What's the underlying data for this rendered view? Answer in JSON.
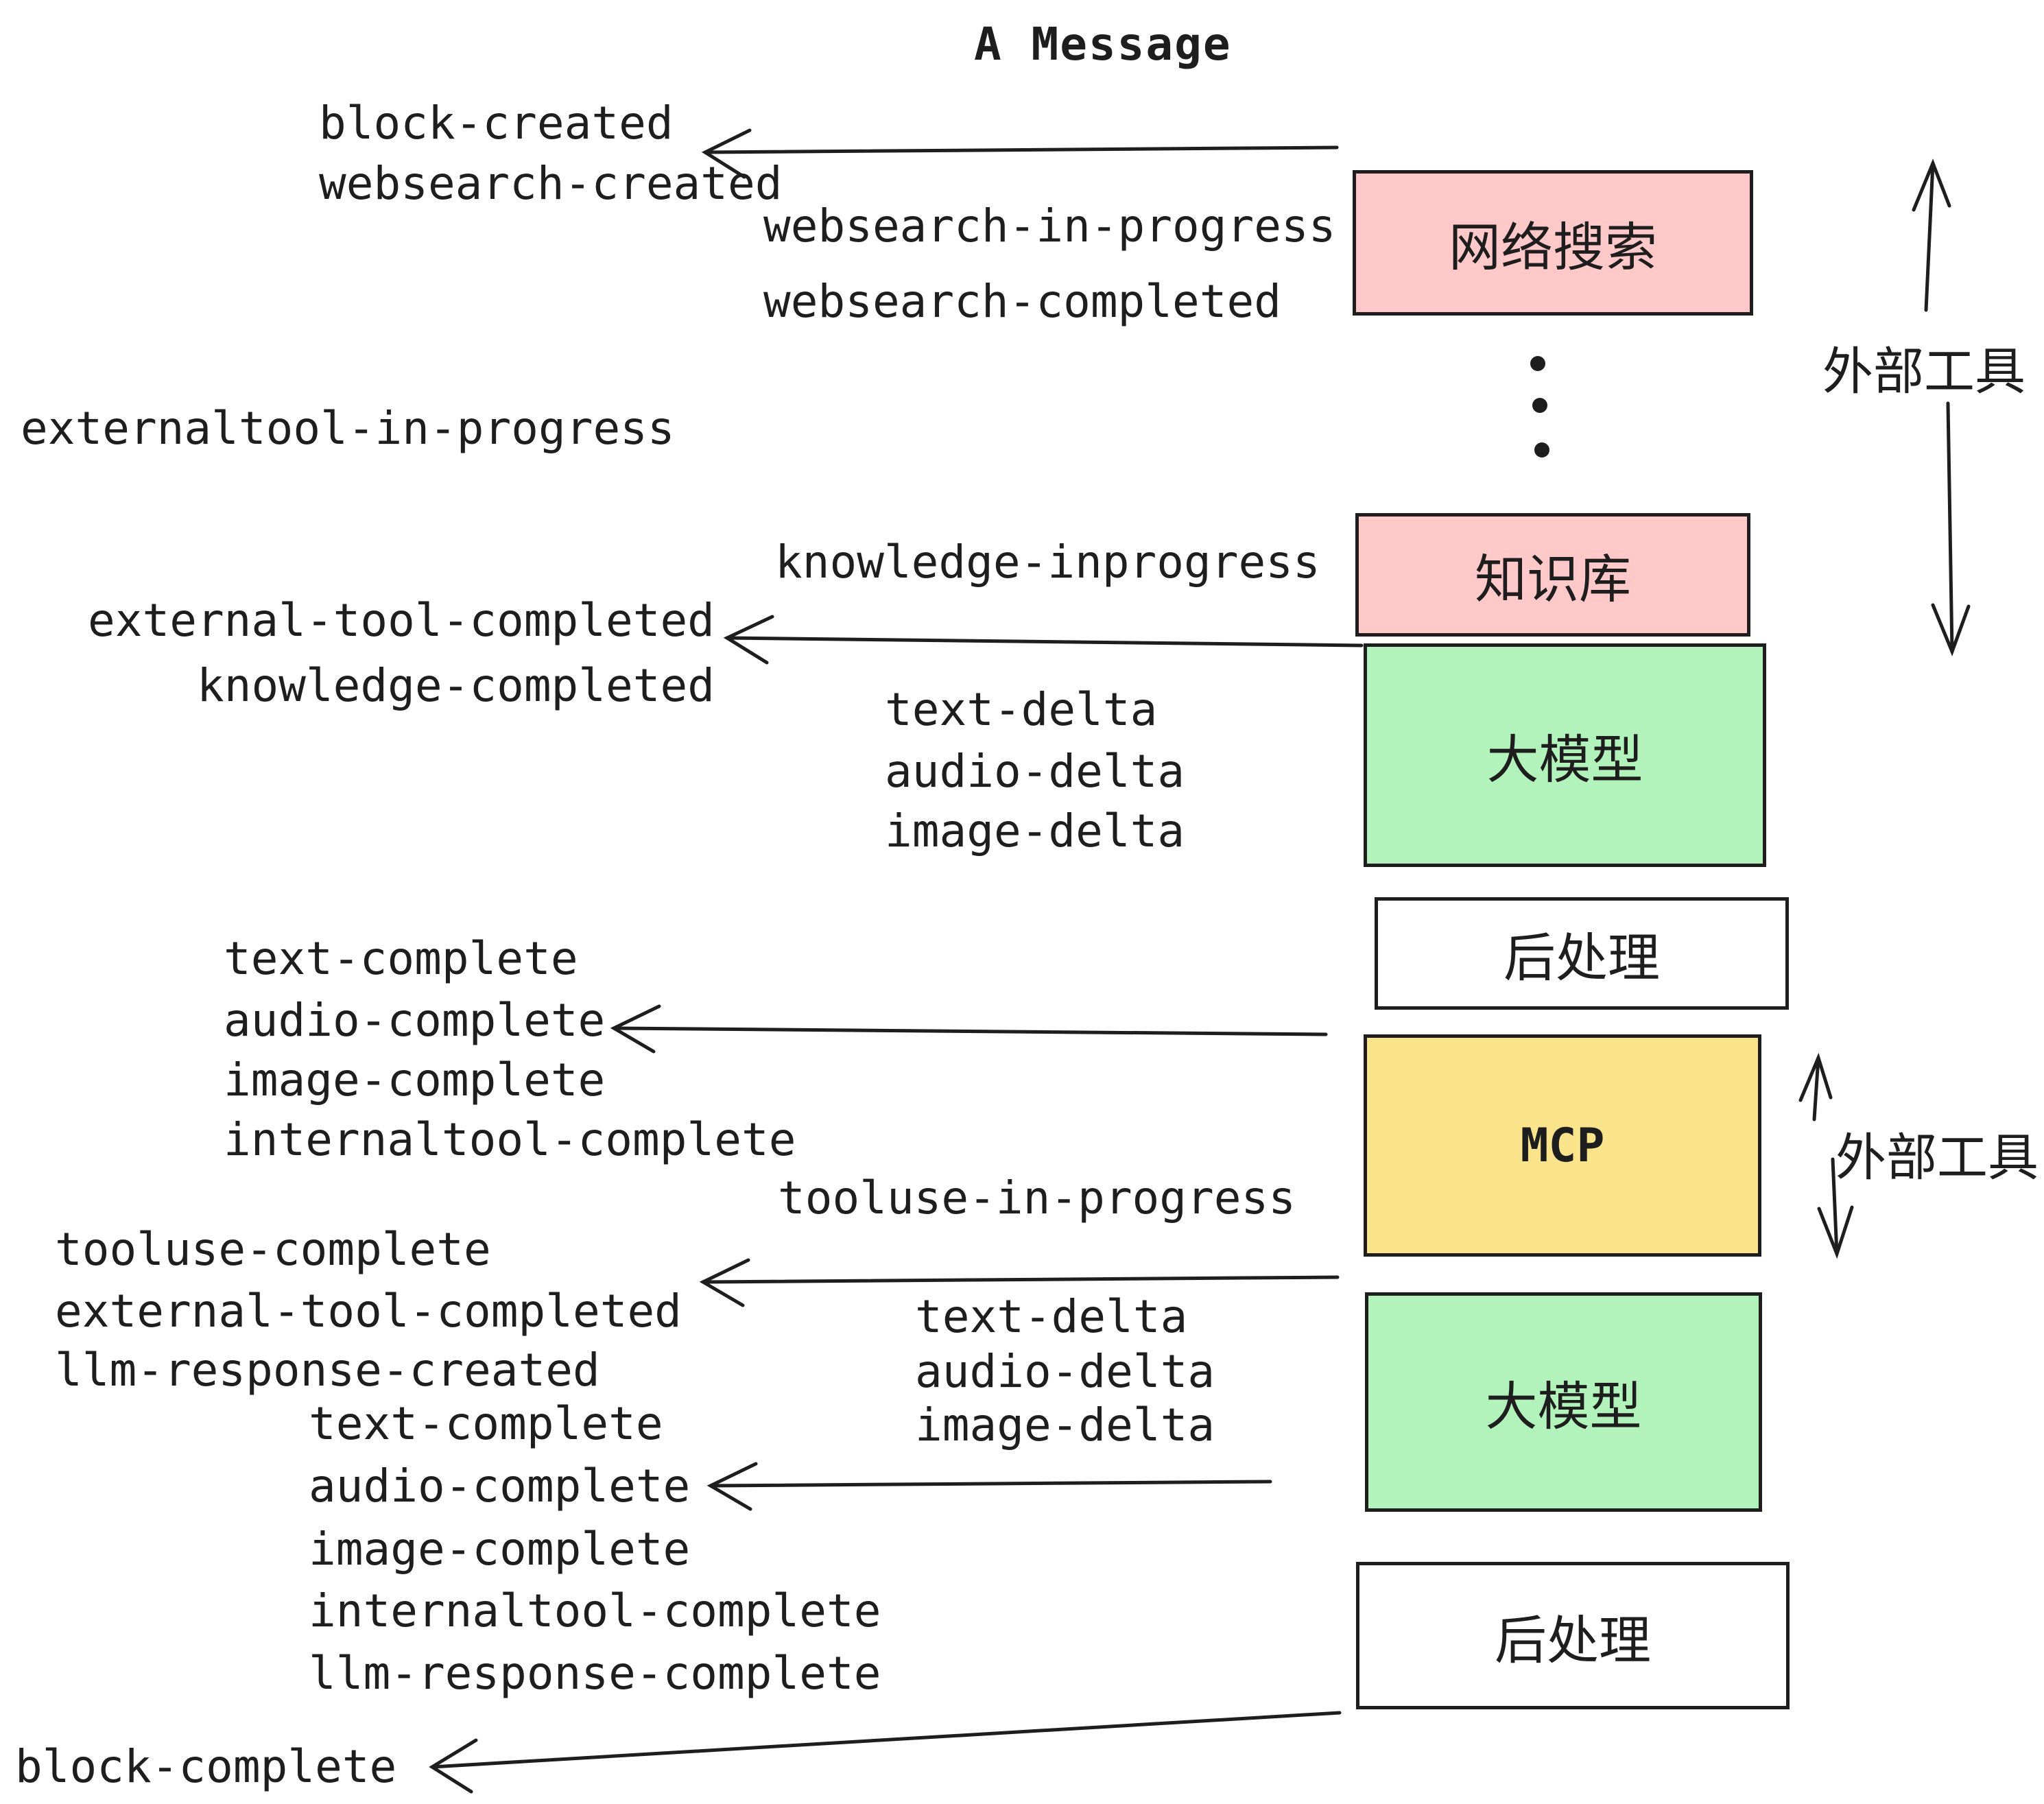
{
  "title": "A Message",
  "colors": {
    "ink": "#1e1e1e",
    "pink": "#ffc9c9",
    "green": "#b2f2bb",
    "yellow": "#f9e38b",
    "white": "#ffffff"
  },
  "boxes": {
    "websearch": {
      "label": "网络搜索"
    },
    "knowledge": {
      "label": "知识库"
    },
    "llm1": {
      "label": "大模型"
    },
    "postprocess1": {
      "label": "后处理"
    },
    "mcp": {
      "label": "MCP"
    },
    "llm2": {
      "label": "大模型"
    },
    "postprocess2": {
      "label": "后处理"
    }
  },
  "side_labels": {
    "external_tools_top": "外部工具",
    "external_tools_mid": "外部工具"
  },
  "events": {
    "block_created": "block-created",
    "websearch_created": "websearch-created",
    "websearch_in_progress": "websearch-in-progress",
    "websearch_completed": "websearch-completed",
    "externaltool_in_progress": "externaltool-in-progress",
    "knowledge_inprogress": "knowledge-inprogress",
    "external_tool_completed_1": "external-tool-completed",
    "knowledge_completed": "knowledge-completed",
    "text_delta_1": "text-delta",
    "audio_delta_1": "audio-delta",
    "image_delta_1": "image-delta",
    "text_complete_1": "text-complete",
    "audio_complete_1": "audio-complete",
    "image_complete_1": "image-complete",
    "internaltool_complete_1": "internaltool-complete",
    "tooluse_in_progress": "tooluse-in-progress",
    "tooluse_complete": "tooluse-complete",
    "external_tool_completed_2": "external-tool-completed",
    "llm_response_created": "llm-response-created",
    "text_complete_2": "text-complete",
    "audio_complete_2": "audio-complete",
    "image_complete_2": "image-complete",
    "internaltool_complete_2": "internaltool-complete",
    "llm_response_complete": "llm-response-complete",
    "text_delta_2": "text-delta",
    "audio_delta_2": "audio-delta",
    "image_delta_2": "image-delta",
    "block_complete": "block-complete"
  }
}
